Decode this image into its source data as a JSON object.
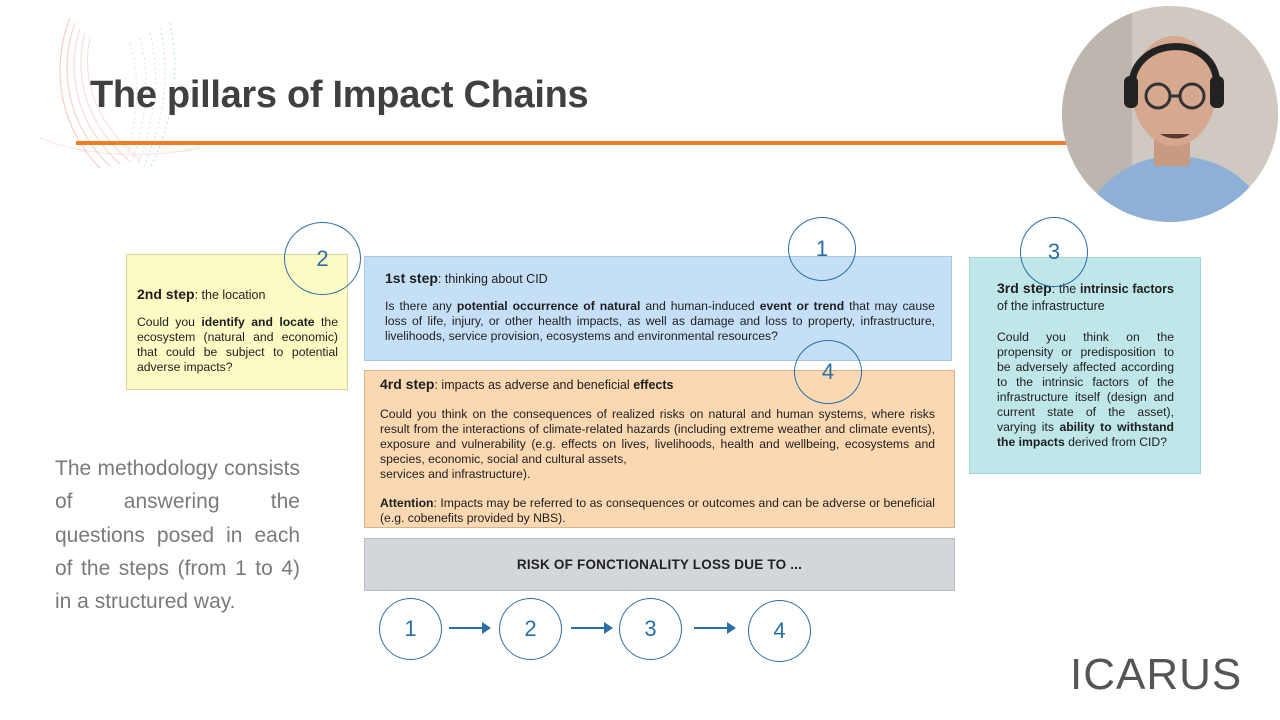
{
  "title": "The pillars of Impact Chains",
  "colors": {
    "accent_rule": "#f07c28",
    "circle_stroke": "#2a6fa8",
    "step1_bg": "#c5dff7",
    "step2_bg": "#fdfbc4",
    "step3_bg": "#bfe6e8",
    "step4_bg": "#fad8b2",
    "risk_bg": "#d3d6da"
  },
  "step2": {
    "heading": "2nd step",
    "heading_sub": ": the location",
    "body_pre": "Could you ",
    "body_bold": "identify and locate",
    "body_post": " the ecosystem (natural and economic) that could be subject to potential adverse impacts?"
  },
  "step1": {
    "heading": "1st step",
    "heading_sub": ": thinking about CID",
    "body_a": "Is there any ",
    "body_b": "potential occurrence of natural",
    "body_c": " and human-induced ",
    "body_d": "event or trend",
    "body_e": " that may cause loss of life, injury, or other health impacts, as well as damage and loss to property, infrastructure, livelihoods, service provision, ecosystems and environmental resources?"
  },
  "step4": {
    "heading": "4rd step",
    "heading_sub": ": impacts as adverse and beneficial ",
    "heading_sub_bold": "effects",
    "body": "Could you think on the consequences of realized risks on natural and human systems, where risks result from the interactions of climate-related hazards (including extreme weather and climate events), exposure and vulnerability (e.g. effects on lives, livelihoods, health and wellbeing, ecosystems and species, economic, social and cultural assets,",
    "body2": "services and infrastructure).",
    "attn_label": "Attention",
    "attn_text": ": Impacts may be referred to as consequences or outcomes and can be adverse or beneficial (e.g. cobenefits provided by NBS)."
  },
  "step3": {
    "heading": "3rd step",
    "heading_sub": ": the ",
    "heading_bold2": "intrinsic factors",
    "heading_tail": " of the infrastructure",
    "body_pre": "Could you think on the propensity or predisposition to be adversely affected according to the intrinsic factors of the infrastructure itself (design and current state of the asset), varying its ",
    "body_bold": "ability to withstand the impacts",
    "body_post": " derived from CID?"
  },
  "markers": {
    "m1": "1",
    "m2": "2",
    "m3": "3",
    "m4": "4"
  },
  "risk_bar": "RISK OF FONCTIONALITY LOSS DUE TO ...",
  "sequence": [
    "1",
    "2",
    "3",
    "4"
  ],
  "methodology": "The methodology consists of answering the questions posed in each of the steps (from 1 to 4) in a structured way.",
  "brand": "ICARUS"
}
